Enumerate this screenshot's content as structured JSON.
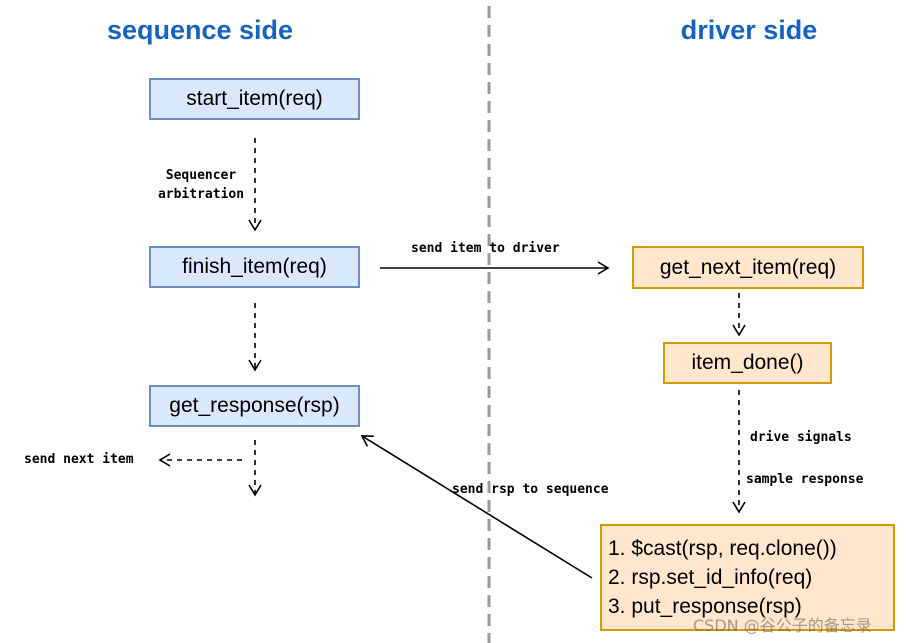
{
  "headers": {
    "left": "sequence side",
    "right": "driver side",
    "color": "#1565c0"
  },
  "sequence": {
    "start_item": "start_item(req)",
    "finish_item": "finish_item(req)",
    "get_response": "get_response(rsp)",
    "arbitration_line1": "Sequencer",
    "arbitration_line2": "arbitration",
    "send_next": "send next item"
  },
  "driver": {
    "get_next_item": "get_next_item(req)",
    "item_done": "item_done()",
    "drive_signals": "drive signals",
    "sample_response": "sample response",
    "steps": [
      "1. $cast(rsp, req.clone())",
      "2. rsp.set_id_info(req)",
      "3. put_response(rsp)"
    ]
  },
  "arrows": {
    "send_item": "send item to driver",
    "send_rsp": "send rsp to sequence"
  },
  "colors": {
    "blue_fill": "#dae8fc",
    "blue_stroke": "#6c8ebf",
    "orange_fill": "#ffe6cc",
    "orange_stroke": "#d79b00",
    "divider": "#999999"
  },
  "watermark": "CSDN @谷公子的备忘录"
}
